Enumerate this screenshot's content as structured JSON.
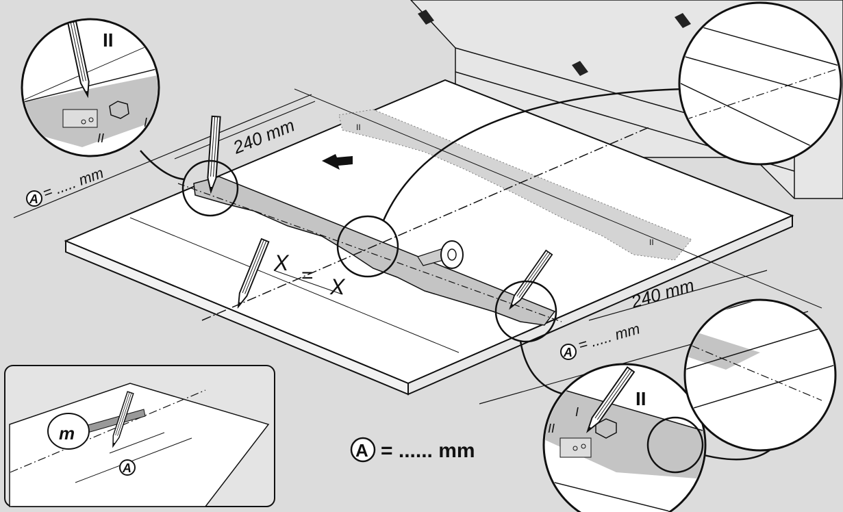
{
  "diagram": {
    "colors": {
      "background": "#dcdcdc",
      "board": "#ffffff",
      "tape": "#c4c4c4",
      "tape_dotted": "#d4d4d4",
      "line": "#111111"
    },
    "labels": {
      "dim_top": "240 mm",
      "dim_right": "240 mm",
      "a_left": "= ..... mm",
      "a_right": "= ..... mm",
      "a_circle": "A",
      "a_center": "= ...... mm",
      "x_left": "X",
      "x_equals": "=",
      "x_right": "X",
      "roman_top": "II",
      "roman_bottom": "II",
      "tape_text_1": "I",
      "tape_text_2": "II",
      "inset_tape_letter": "m",
      "inset_a": "A"
    },
    "icons": {
      "pencil": "pencil-icon",
      "tape_roll": "tape-roll-icon",
      "measuring_tape": "measuring-tape-icon",
      "arrow": "direction-arrow-icon",
      "magnifier": "magnifier-circle-icon"
    }
  }
}
